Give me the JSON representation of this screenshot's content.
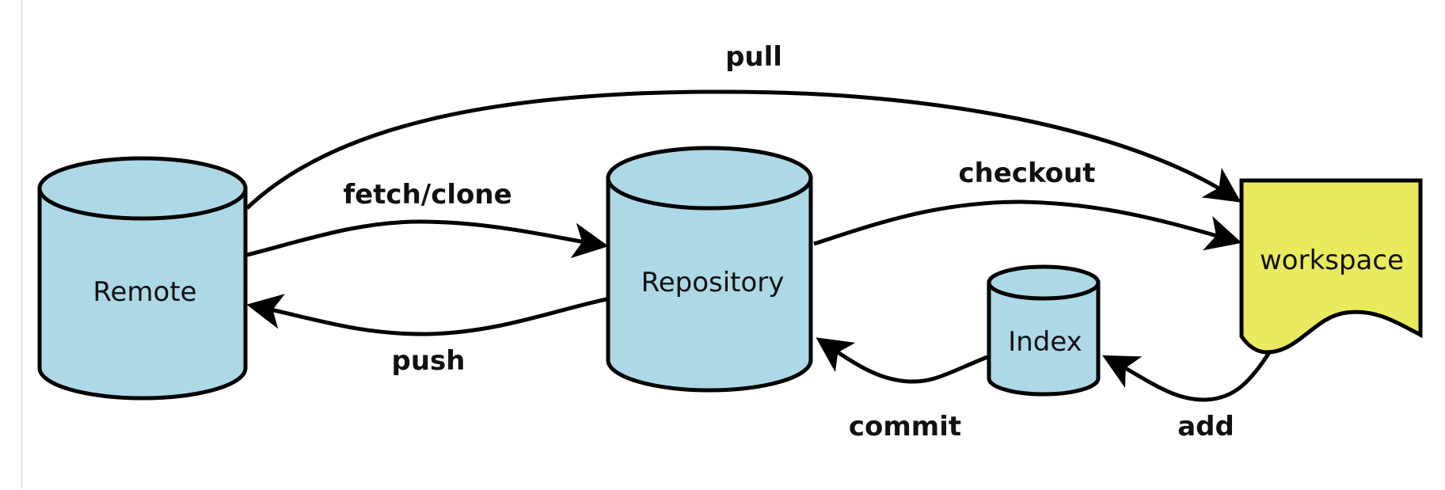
{
  "diagram": {
    "title": "Git data transport commands",
    "colors": {
      "store_fill": "#add8e6",
      "workspace_fill": "#eaea5f",
      "stroke": "#000000",
      "background": "#ffffff"
    },
    "nodes": {
      "remote": {
        "label": "Remote",
        "shape": "cylinder"
      },
      "repository": {
        "label": "Repository",
        "shape": "cylinder"
      },
      "index": {
        "label": "Index",
        "shape": "cylinder"
      },
      "workspace": {
        "label": "workspace",
        "shape": "document"
      }
    },
    "edges": {
      "pull": {
        "label": "pull",
        "from": "Remote",
        "to": "workspace"
      },
      "fetch_clone": {
        "label": "fetch/clone",
        "from": "Remote",
        "to": "Repository"
      },
      "push": {
        "label": "push",
        "from": "Repository",
        "to": "Remote"
      },
      "checkout": {
        "label": "checkout",
        "from": "Repository",
        "to": "workspace"
      },
      "commit": {
        "label": "commit",
        "from": "Index",
        "to": "Repository"
      },
      "add": {
        "label": "add",
        "from": "workspace",
        "to": "Index"
      }
    }
  }
}
